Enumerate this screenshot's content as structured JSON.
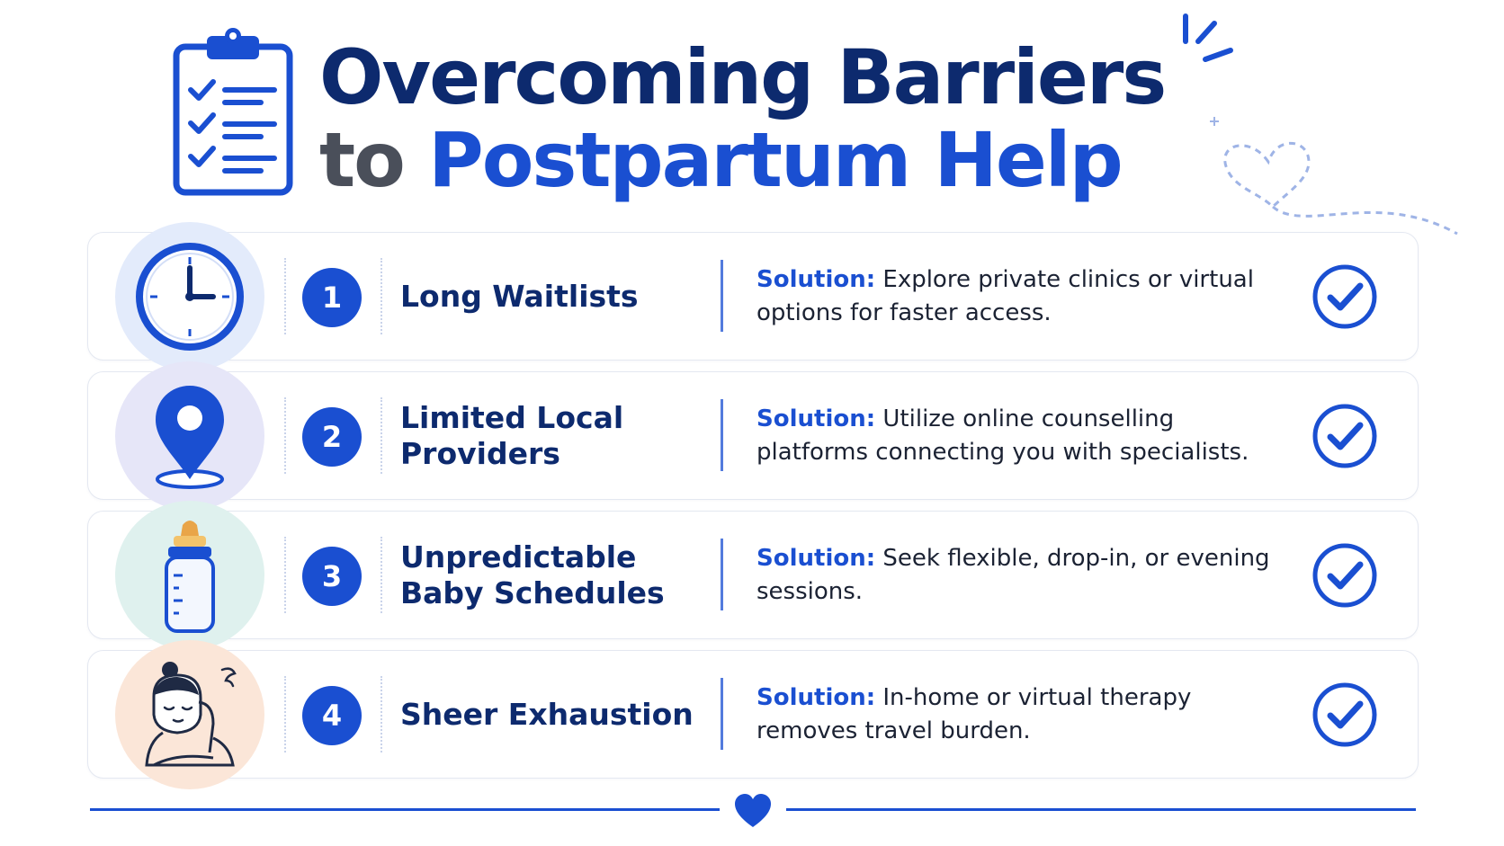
{
  "title": {
    "line1": "Overcoming Barriers",
    "line2_prefix": "to",
    "line2_highlight": "Postpartum Help"
  },
  "colors": {
    "primary": "#1a4fd1",
    "navy": "#0d2a6e",
    "gray": "#4a4f5a"
  },
  "rows": [
    {
      "number": "1",
      "icon": "clock-icon",
      "barrier": "Long Waitlists",
      "solution_label": "Solution:",
      "solution_text": "Explore private clinics or virtual options for faster access."
    },
    {
      "number": "2",
      "icon": "location-pin-icon",
      "barrier": "Limited Local Providers",
      "solution_label": "Solution:",
      "solution_text": "Utilize online counselling platforms connecting you with specialists."
    },
    {
      "number": "3",
      "icon": "baby-bottle-icon",
      "barrier": "Unpredictable Baby Schedules",
      "solution_label": "Solution:",
      "solution_text": "Seek flexible, drop-in, or evening sessions."
    },
    {
      "number": "4",
      "icon": "tired-mother-icon",
      "barrier": "Sheer Exhaustion",
      "solution_label": "Solution:",
      "solution_text": "In-home or virtual therapy removes travel burden."
    }
  ]
}
